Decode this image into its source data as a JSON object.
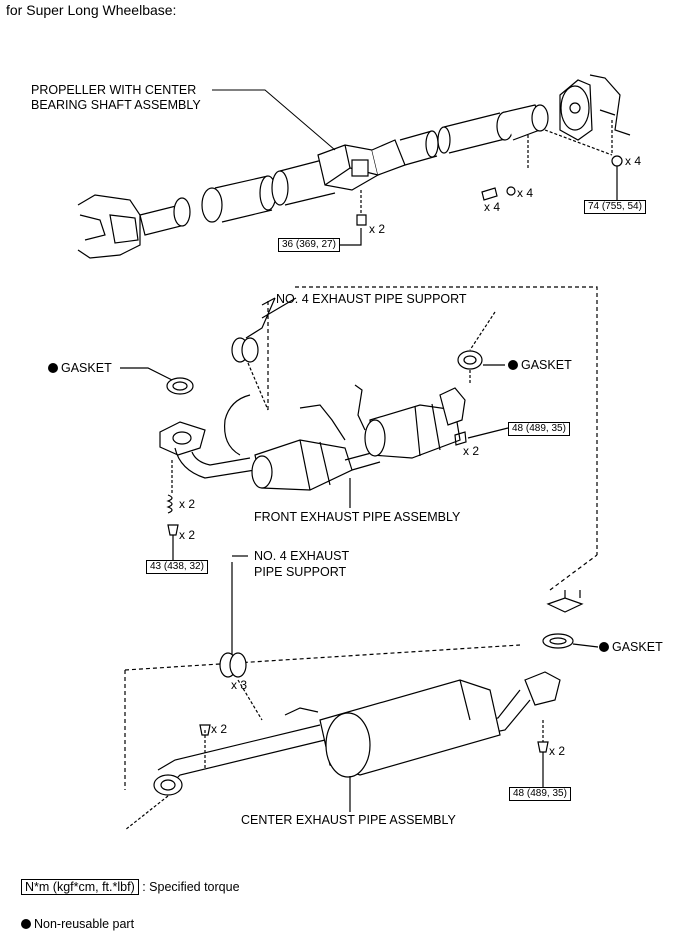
{
  "title": "for Super Long Wheelbase:",
  "labels": {
    "propeller_line1": "PROPELLER WITH CENTER",
    "propeller_line2": "BEARING SHAFT ASSEMBLY",
    "no4_support_top": "NO. 4 EXHAUST PIPE SUPPORT",
    "gasket_left": "GASKET",
    "gasket_right": "GASKET",
    "front_pipe": "FRONT EXHAUST PIPE ASSEMBLY",
    "no4_support_mid_line1": "NO. 4 EXHAUST",
    "no4_support_mid_line2": "PIPE SUPPORT",
    "gasket_lower": "GASKET",
    "center_pipe": "CENTER EXHAUST PIPE ASSEMBLY"
  },
  "torque": {
    "t1": "36 (369, 27)",
    "t2": "74 (755, 54)",
    "t3": "48 (489, 35)",
    "t4": "43 (438, 32)",
    "t5": "48 (489, 35)"
  },
  "quantities": {
    "q_prop_bolt": "x 2",
    "q_prop_bolt2": "x 4",
    "q_prop_nut": "x 4",
    "q_prop_flange": "x 4",
    "q_front_nut": "x 2",
    "q_spring": "x 2",
    "q_front_bolt": "x 2",
    "q_support_mid": "x 3",
    "q_center_left": "x 2",
    "q_center_right": "x 2"
  },
  "legend": {
    "torque_unit": "N*m (kgf*cm, ft.*lbf)",
    "torque_desc": ": Specified torque",
    "nonreusable": "Non-reusable part"
  },
  "colors": {
    "ink": "#000000",
    "paper": "#ffffff",
    "shade": "#cfcfcf"
  }
}
